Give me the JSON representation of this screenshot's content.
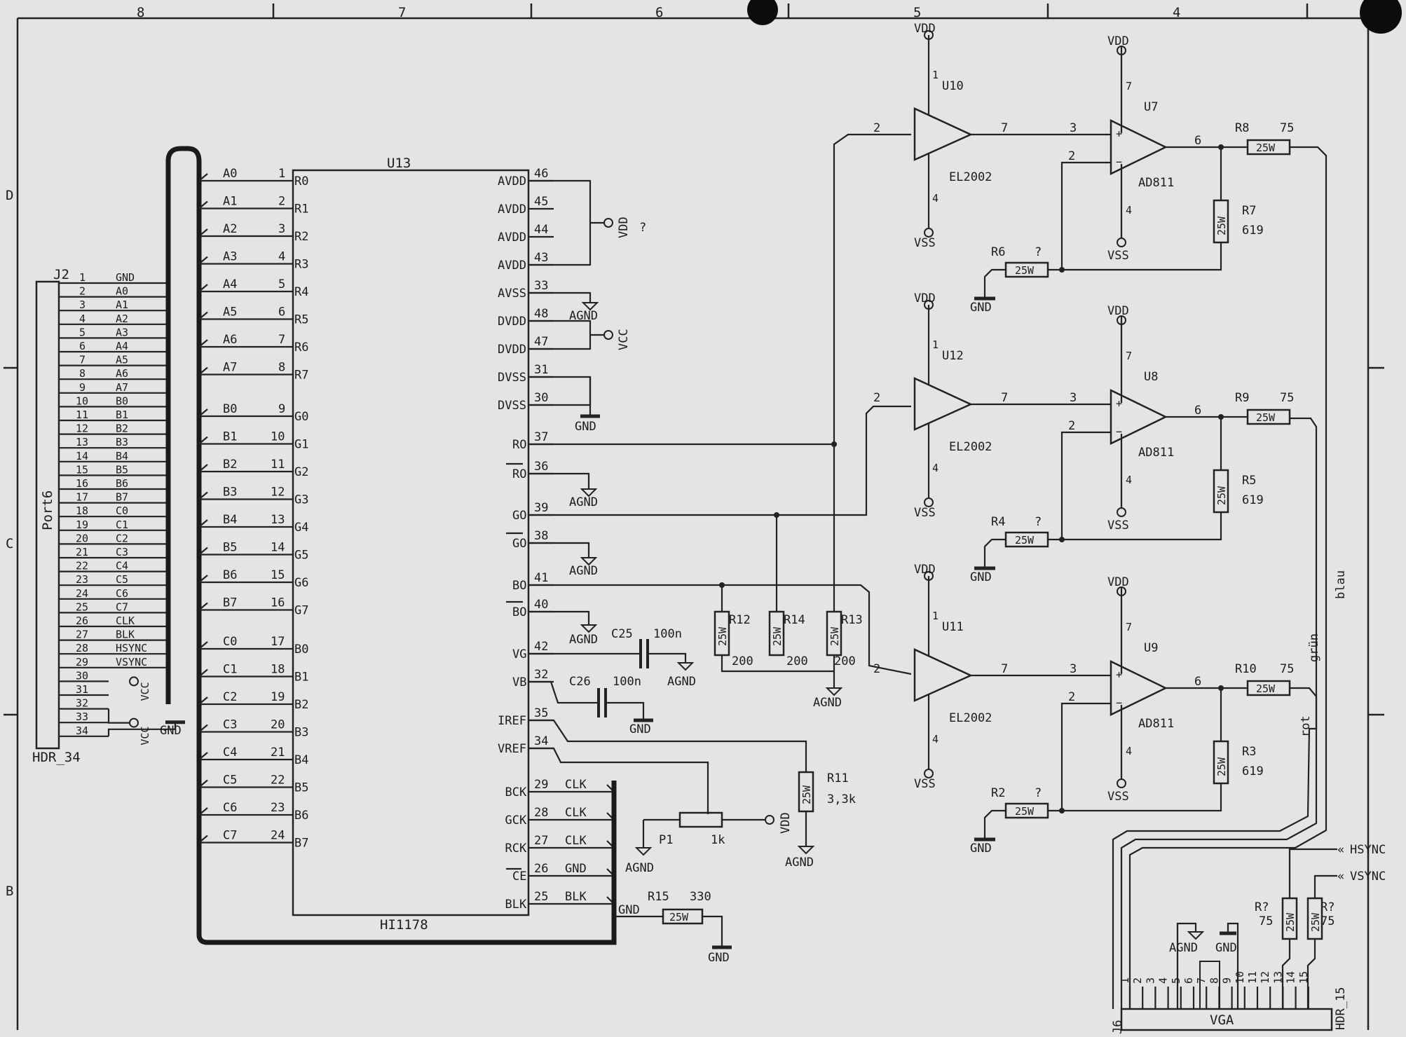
{
  "border": {
    "cols": [
      "8",
      "7",
      "6",
      "5",
      "4"
    ],
    "rows": [
      "D",
      "C",
      "B"
    ]
  },
  "u13": {
    "ref": "U13",
    "part": "HI1178",
    "left_pins": [
      {
        "bus": "A0",
        "num": "1",
        "pin": "R0"
      },
      {
        "bus": "A1",
        "num": "2",
        "pin": "R1"
      },
      {
        "bus": "A2",
        "num": "3",
        "pin": "R2"
      },
      {
        "bus": "A3",
        "num": "4",
        "pin": "R3"
      },
      {
        "bus": "A4",
        "num": "5",
        "pin": "R4"
      },
      {
        "bus": "A5",
        "num": "6",
        "pin": "R5"
      },
      {
        "bus": "A6",
        "num": "7",
        "pin": "R6"
      },
      {
        "bus": "A7",
        "num": "8",
        "pin": "R7"
      },
      {
        "bus": "B0",
        "num": "9",
        "pin": "G0"
      },
      {
        "bus": "B1",
        "num": "10",
        "pin": "G1"
      },
      {
        "bus": "B2",
        "num": "11",
        "pin": "G2"
      },
      {
        "bus": "B3",
        "num": "12",
        "pin": "G3"
      },
      {
        "bus": "B4",
        "num": "13",
        "pin": "G4"
      },
      {
        "bus": "B5",
        "num": "14",
        "pin": "G5"
      },
      {
        "bus": "B6",
        "num": "15",
        "pin": "G6"
      },
      {
        "bus": "B7",
        "num": "16",
        "pin": "G7"
      },
      {
        "bus": "C0",
        "num": "17",
        "pin": "B0"
      },
      {
        "bus": "C1",
        "num": "18",
        "pin": "B1"
      },
      {
        "bus": "C2",
        "num": "19",
        "pin": "B2"
      },
      {
        "bus": "C3",
        "num": "20",
        "pin": "B3"
      },
      {
        "bus": "C4",
        "num": "21",
        "pin": "B4"
      },
      {
        "bus": "C5",
        "num": "22",
        "pin": "B5"
      },
      {
        "bus": "C6",
        "num": "23",
        "pin": "B6"
      },
      {
        "bus": "C7",
        "num": "24",
        "pin": "B7"
      }
    ],
    "right_pins": [
      {
        "pin": "AVDD",
        "num": "46",
        "net": ""
      },
      {
        "pin": "AVDD",
        "num": "45",
        "net": ""
      },
      {
        "pin": "AVDD",
        "num": "44",
        "net": ""
      },
      {
        "pin": "AVDD",
        "num": "43",
        "net": ""
      },
      {
        "pin": "AVSS",
        "num": "33",
        "net": ""
      },
      {
        "pin": "DVDD",
        "num": "48",
        "net": ""
      },
      {
        "pin": "DVDD",
        "num": "47",
        "net": ""
      },
      {
        "pin": "DVSS",
        "num": "31",
        "net": ""
      },
      {
        "pin": "DVSS",
        "num": "30",
        "net": ""
      },
      {
        "pin": "RO",
        "num": "37",
        "net": ""
      },
      {
        "pin": "RO",
        "num": "36",
        "net": ""
      },
      {
        "pin": "GO",
        "num": "39",
        "net": ""
      },
      {
        "pin": "GO",
        "num": "38",
        "net": ""
      },
      {
        "pin": "BO",
        "num": "41",
        "net": ""
      },
      {
        "pin": "BO",
        "num": "40",
        "net": ""
      },
      {
        "pin": "VG",
        "num": "42",
        "net": ""
      },
      {
        "pin": "VB",
        "num": "32",
        "net": ""
      },
      {
        "pin": "IREF",
        "num": "35",
        "net": ""
      },
      {
        "pin": "VREF",
        "num": "34",
        "net": ""
      },
      {
        "pin": "BCK",
        "num": "29",
        "net": "CLK"
      },
      {
        "pin": "GCK",
        "num": "28",
        "net": "CLK"
      },
      {
        "pin": "RCK",
        "num": "27",
        "net": "CLK"
      },
      {
        "pin": "CE",
        "num": "26",
        "net": "GND"
      },
      {
        "pin": "BLK",
        "num": "25",
        "net": "BLK"
      }
    ]
  },
  "j2": {
    "ref": "J2",
    "part": "HDR_34",
    "title": "Port6",
    "pins": [
      {
        "num": "1",
        "net": "GND"
      },
      {
        "num": "2",
        "net": "A0"
      },
      {
        "num": "3",
        "net": "A1"
      },
      {
        "num": "4",
        "net": "A2"
      },
      {
        "num": "5",
        "net": "A3"
      },
      {
        "num": "6",
        "net": "A4"
      },
      {
        "num": "7",
        "net": "A5"
      },
      {
        "num": "8",
        "net": "A6"
      },
      {
        "num": "9",
        "net": "A7"
      },
      {
        "num": "10",
        "net": "B0"
      },
      {
        "num": "11",
        "net": "B1"
      },
      {
        "num": "12",
        "net": "B2"
      },
      {
        "num": "13",
        "net": "B3"
      },
      {
        "num": "14",
        "net": "B4"
      },
      {
        "num": "15",
        "net": "B5"
      },
      {
        "num": "16",
        "net": "B6"
      },
      {
        "num": "17",
        "net": "B7"
      },
      {
        "num": "18",
        "net": "C0"
      },
      {
        "num": "19",
        "net": "C1"
      },
      {
        "num": "20",
        "net": "C2"
      },
      {
        "num": "21",
        "net": "C3"
      },
      {
        "num": "22",
        "net": "C4"
      },
      {
        "num": "23",
        "net": "C5"
      },
      {
        "num": "24",
        "net": "C6"
      },
      {
        "num": "25",
        "net": "C7"
      },
      {
        "num": "26",
        "net": "CLK"
      },
      {
        "num": "27",
        "net": "BLK"
      },
      {
        "num": "28",
        "net": "HSYNC"
      },
      {
        "num": "29",
        "net": "VSYNC"
      },
      {
        "num": "30",
        "net": "VCC"
      },
      {
        "num": "31",
        "net": ""
      },
      {
        "num": "32",
        "net": "VCC"
      },
      {
        "num": "33",
        "net": ""
      },
      {
        "num": "34",
        "net": "GND"
      }
    ]
  },
  "channels": [
    {
      "buf": "U10",
      "amp": "U7",
      "buf_part": "EL2002",
      "amp_part": "AD811",
      "rs": "R8",
      "rs_val": "75",
      "rs_body": "25W",
      "rf": "R7",
      "rf_val": "619",
      "rf_body": "25W",
      "rg": "R6",
      "rg_val": "?",
      "rg_body": "25W",
      "buf_pins": [
        "1",
        "2",
        "4",
        "7"
      ],
      "amp_pins": [
        "7",
        "3",
        "2",
        "4",
        "6"
      ],
      "vdd": "VDD",
      "vss": "VSS",
      "gnd": "GND"
    },
    {
      "buf": "U12",
      "amp": "U8",
      "buf_part": "EL2002",
      "amp_part": "AD811",
      "rs": "R9",
      "rs_val": "75",
      "rs_body": "25W",
      "rf": "R5",
      "rf_val": "619",
      "rf_body": "25W",
      "rg": "R4",
      "rg_val": "?",
      "rg_body": "25W",
      "buf_pins": [
        "1",
        "2",
        "4",
        "7"
      ],
      "amp_pins": [
        "7",
        "3",
        "2",
        "4",
        "6"
      ],
      "vdd": "VDD",
      "vss": "VSS",
      "gnd": "GND"
    },
    {
      "buf": "U11",
      "amp": "U9",
      "buf_part": "EL2002",
      "amp_part": "AD811",
      "rs": "R10",
      "rs_val": "75",
      "rs_body": "25W",
      "rf": "R3",
      "rf_val": "619",
      "rf_body": "25W",
      "rg": "R2",
      "rg_val": "?",
      "rg_body": "25W",
      "buf_pins": [
        "1",
        "2",
        "4",
        "7"
      ],
      "amp_pins": [
        "7",
        "3",
        "2",
        "4",
        "6"
      ],
      "vdd": "VDD",
      "vss": "VSS",
      "gnd": "GND"
    }
  ],
  "loads": [
    {
      "ref": "R12",
      "val": "200",
      "body": "25W"
    },
    {
      "ref": "R14",
      "val": "200",
      "body": "25W"
    },
    {
      "ref": "R13",
      "val": "200",
      "body": "25W"
    }
  ],
  "passives": {
    "c25": {
      "ref": "C25",
      "val": "100n"
    },
    "c26": {
      "ref": "C26",
      "val": "100n"
    },
    "r11": {
      "ref": "R11",
      "val": "3,3k",
      "body": "25W"
    },
    "p1": {
      "ref": "P1",
      "val": "1k"
    },
    "r15": {
      "ref": "R15",
      "val": "330",
      "body": "25W"
    },
    "rh": {
      "ref": "R?",
      "val": "75",
      "body": "25W"
    },
    "rv": {
      "ref": "R?",
      "val": "75",
      "body": "25W"
    }
  },
  "nets": {
    "vdd": "VDD",
    "vcc": "VCC",
    "agnd": "AGND",
    "gnd": "GND",
    "hsync": "HSYNC",
    "vsync": "VSYNC",
    "blau": "blau",
    "gruen": "grün",
    "rot": "rot",
    "scribble": "?"
  },
  "j6": {
    "ref": "J6",
    "title": "VGA",
    "part": "HDR_15",
    "pins": [
      "1",
      "2",
      "3",
      "4",
      "5",
      "6",
      "7",
      "8",
      "9",
      "10",
      "11",
      "12",
      "13",
      "14",
      "15"
    ]
  }
}
